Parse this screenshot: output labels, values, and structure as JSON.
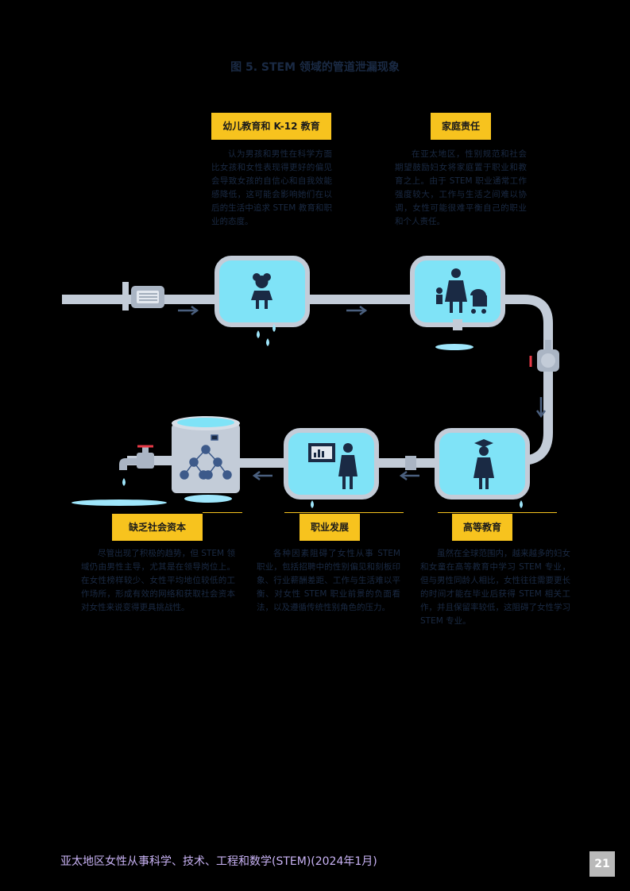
{
  "figure_title": "图 5. STEM 领域的管道泄漏现象",
  "stages": [
    {
      "id": "early",
      "label": "幼儿教育和 K-12 教育",
      "text": "认为男孩和男性在科学方面比女孩和女性表现得更好的偏见会导致女孩的自信心和自我效能感降低，这可能会影响她们在以后的生活中追求 STEM 教育和职业的态度。"
    },
    {
      "id": "family",
      "label": "家庭责任",
      "text": "在亚太地区，性别规范和社会期望鼓励妇女将家庭置于职业和教育之上。由于 STEM 职业通常工作强度较大，工作与生活之间难以协调，女性可能很难平衡自己的职业和个人责任。"
    },
    {
      "id": "higher",
      "label": "高等教育",
      "text": "虽然在全球范围内，越来越多的妇女和女童在高等教育中学习 STEM 专业，但与男性同龄人相比，女性往往需要更长的时间才能在毕业后获得 STEM 相关工作，并且保留率较低，这阻碍了女性学习 STEM 专业。"
    },
    {
      "id": "career",
      "label": "职业发展",
      "text": "各种因素阻碍了女性从事 STEM 职业，包括招聘中的性别偏见和刻板印象、行业薪酬差距、工作与生活难以平衡、对女性 STEM 职业前景的负面看法，以及遵循传统性别角色的压力。"
    },
    {
      "id": "social",
      "label": "缺乏社会资本",
      "text": "尽管出现了积极的趋势，但 STEM 领域仍由男性主导，尤其是在领导岗位上。在女性榜样较少、女性平均地位较低的工作场所，形成有效的网络和获取社会资本对女性来说变得更具挑战性。"
    }
  ],
  "icons": [
    "water-pump-icon",
    "girl-child-icon",
    "mother-with-children-icon",
    "valve-icon",
    "graduate-woman-icon",
    "woman-presenter-icon",
    "network-tank-icon",
    "faucet-icon",
    "water-drop-icon",
    "arrow-right-icon",
    "arrow-left-icon",
    "arrow-down-icon"
  ],
  "colors": {
    "label_bg": "#f7c31e",
    "pipe": "#c3ccd8",
    "bubble_fill": "#7fe3f7",
    "bubble_stroke": "#c3ccd8",
    "figure": "#1a2a44",
    "water": "#9fe6fb",
    "arrow": "#4a5f7e",
    "page_bg": "#000000"
  },
  "footer": {
    "text": "亚太地区女性从事科学、技术、工程和数学(STEM)(2024年1月)",
    "page": "21"
  }
}
